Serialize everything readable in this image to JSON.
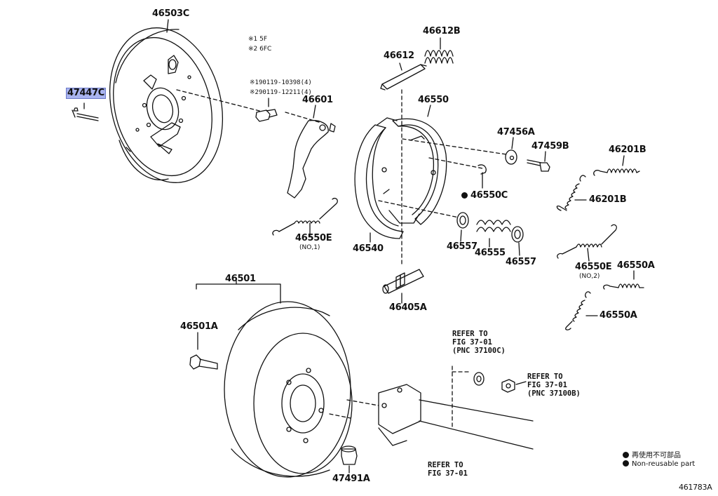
{
  "notes": {
    "n1": "※1 5F",
    "n2": "※2 6FC",
    "bolt1": "※190119-10398(4)",
    "bolt2": "※290119-12211(4)"
  },
  "parts": {
    "p46503C": "46503C",
    "p47447C": "47447C",
    "p46601": "46601",
    "p46612": "46612",
    "p46612B": "46612B",
    "p46550": "46550",
    "p47456A": "47456A",
    "p47459B": "47459B",
    "p46201B_a": "46201B",
    "p46201B_b": "46201B",
    "p46550C": "46550C",
    "p46550E_1": "46550E",
    "p46550E_1_sub": "(NO,1)",
    "p46540": "46540",
    "p46557_a": "46557",
    "p46555": "46555",
    "p46557_b": "46557",
    "p46550E_2": "46550E",
    "p46550E_2_sub": "(NO,2)",
    "p46550A_a": "46550A",
    "p46550A_b": "46550A",
    "p46405A": "46405A",
    "p46501": "46501",
    "p46501A": "46501A",
    "p47491A": "47491A"
  },
  "refs": {
    "r1_l1": "REFER TO",
    "r1_l2": "FIG 37-01",
    "r1_l3": "(PNC 37100C)",
    "r2_l1": "REFER TO",
    "r2_l2": "FIG 37-01",
    "r2_l3": "(PNC 37100B)",
    "r3_l1": "REFER TO",
    "r3_l2": "FIG 37-01"
  },
  "legend": {
    "jp": "再使用不可部品",
    "en": "Non-reusable part"
  },
  "figure_id": "461783A",
  "colors": {
    "highlight": "#a9b4f0",
    "ink": "#111111"
  }
}
